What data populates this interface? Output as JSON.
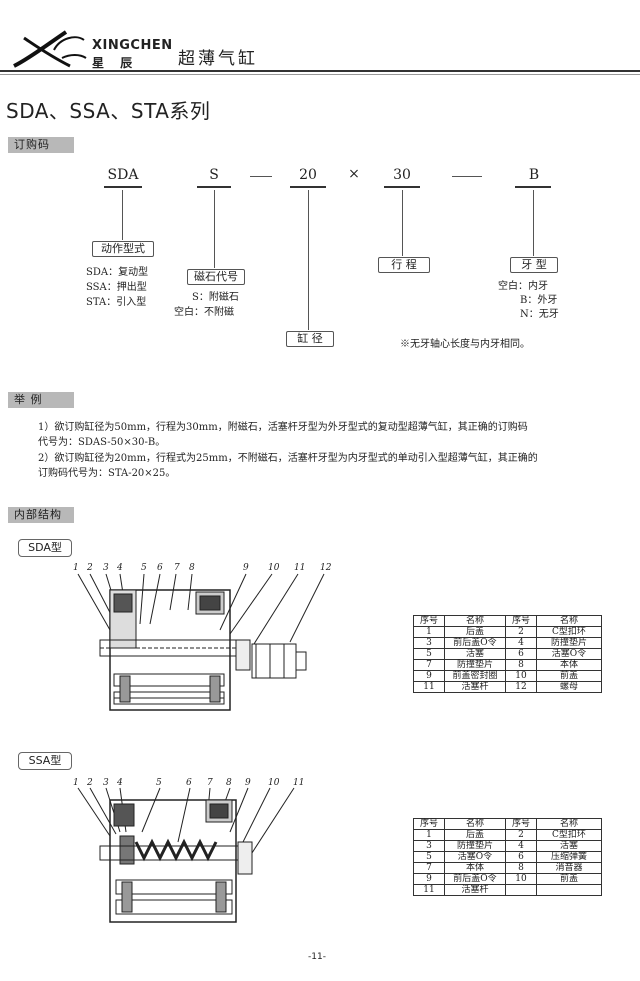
{
  "header": {
    "brand_en": "XINGCHEN",
    "brand_cn": "星 辰",
    "title": "超薄气缸"
  },
  "series_title": "SDA、SSA、STA系列",
  "order_code": {
    "section_label": "订购码",
    "code": {
      "action": "SDA",
      "magnet": "S",
      "bore": "20",
      "times": "×",
      "stroke": "30",
      "thread": "B"
    },
    "action_label": "动作型式",
    "action_options": [
      "SDA：复动型",
      "SSA：押出型",
      "STA：引入型"
    ],
    "magnet_label": "磁石代号",
    "magnet_options": [
      "S：附磁石",
      "空白：不附磁"
    ],
    "bore_label": "缸 径",
    "stroke_label": "行 程",
    "thread_label": "牙 型",
    "thread_options": [
      "空白：内牙",
      "B：外牙",
      "N：无牙"
    ],
    "note": "※无牙轴心长度与内牙相同。"
  },
  "examples": {
    "section_label": "举 例",
    "lines": [
      "1）欲订购缸径为50mm，行程为30mm，附磁石，活塞杆牙型为外牙型式的复动型超薄气缸，其正确的订购码",
      "代号为：SDAS-50×30-B。",
      "2）欲订购缸径为20mm，行程式为25mm，不附磁石，活塞杆牙型为内牙型式的单动引入型超薄气缸，其正确的",
      "订购码代号为：STA-20×25。"
    ]
  },
  "structure": {
    "section_label": "内部结构",
    "sda": {
      "type_label": "SDA型",
      "numbers": [
        "1",
        "2",
        "3",
        "4",
        "5",
        "6",
        "7",
        "8",
        "9",
        "10",
        "11",
        "12"
      ],
      "table_headers": [
        "序号",
        "名称",
        "序号",
        "名称"
      ],
      "rows": [
        [
          "1",
          "后盖",
          "2",
          "C型扣环"
        ],
        [
          "3",
          "前后盖O令",
          "4",
          "防撞垫片"
        ],
        [
          "5",
          "活塞",
          "6",
          "活塞O令"
        ],
        [
          "7",
          "防撞垫片",
          "8",
          "本体"
        ],
        [
          "9",
          "前盖密封圈",
          "10",
          "前盖"
        ],
        [
          "11",
          "活塞杆",
          "12",
          "螺母"
        ]
      ]
    },
    "ssa": {
      "type_label": "SSA型",
      "numbers": [
        "1",
        "2",
        "3",
        "4",
        "5",
        "6",
        "7",
        "8",
        "9",
        "10",
        "11"
      ],
      "table_headers": [
        "序号",
        "名称",
        "序号",
        "名称"
      ],
      "rows": [
        [
          "1",
          "后盖",
          "2",
          "C型扣环"
        ],
        [
          "3",
          "防撞垫片",
          "4",
          "活塞"
        ],
        [
          "5",
          "活塞O令",
          "6",
          "压缩弹簧"
        ],
        [
          "7",
          "本体",
          "8",
          "消音器"
        ],
        [
          "9",
          "前后盖O令",
          "10",
          "前盖"
        ],
        [
          "11",
          "活塞杆",
          "",
          ""
        ]
      ]
    }
  },
  "page_number": "-11-"
}
